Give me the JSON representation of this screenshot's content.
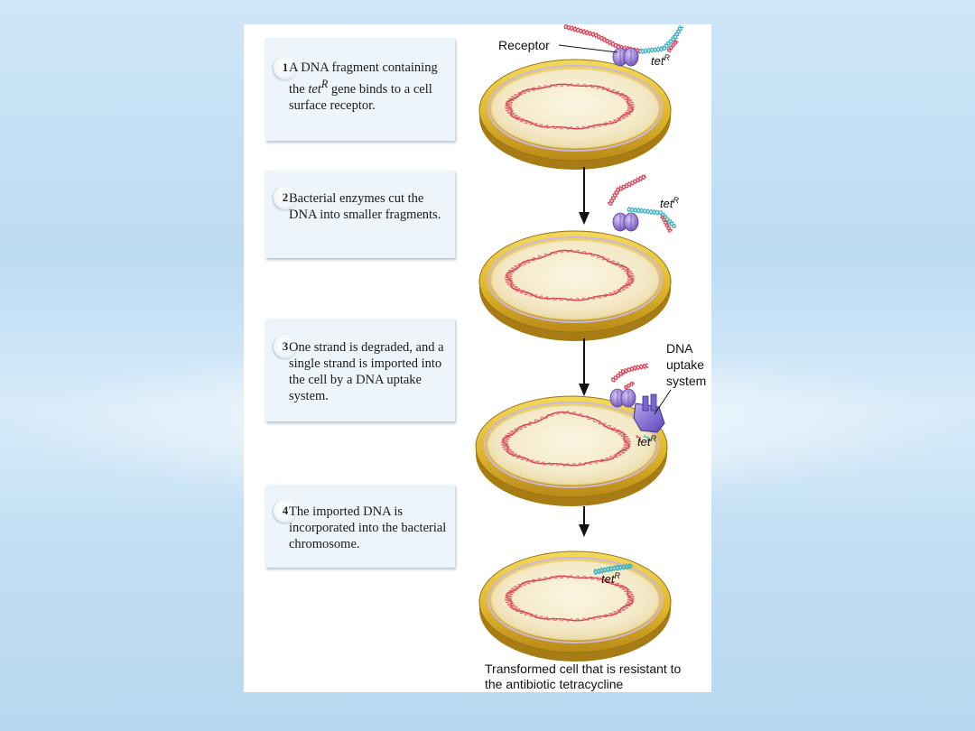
{
  "steps": [
    {
      "number": "1",
      "text_before": "A DNA fragment containing the ",
      "gene": "tet",
      "gene_sup": "R",
      "text_after": " gene binds to a cell surface receptor."
    },
    {
      "number": "2",
      "text": "Bacterial enzymes cut the DNA into smaller fragments."
    },
    {
      "number": "3",
      "text": "One strand is degraded, and a single strand is imported into the cell by a DNA uptake system."
    },
    {
      "number": "4",
      "text": "The imported DNA is incorporated into the bacterial chromosome."
    }
  ],
  "labels": {
    "receptor": "Receptor",
    "gene_name": "tet",
    "gene_sup": "R",
    "uptake_line1": "DNA",
    "uptake_line2": "uptake",
    "uptake_line3": "system"
  },
  "caption": "Transformed cell that is resistant to the antibiotic tetracycline",
  "colors": {
    "cell_wall": "#e8c23a",
    "cytoplasm": "#f7efd2",
    "dna_red": "#d9485a",
    "dna_teal": "#3fb4c4",
    "receptor": "#9b7fd6",
    "arrow": "#111111"
  }
}
